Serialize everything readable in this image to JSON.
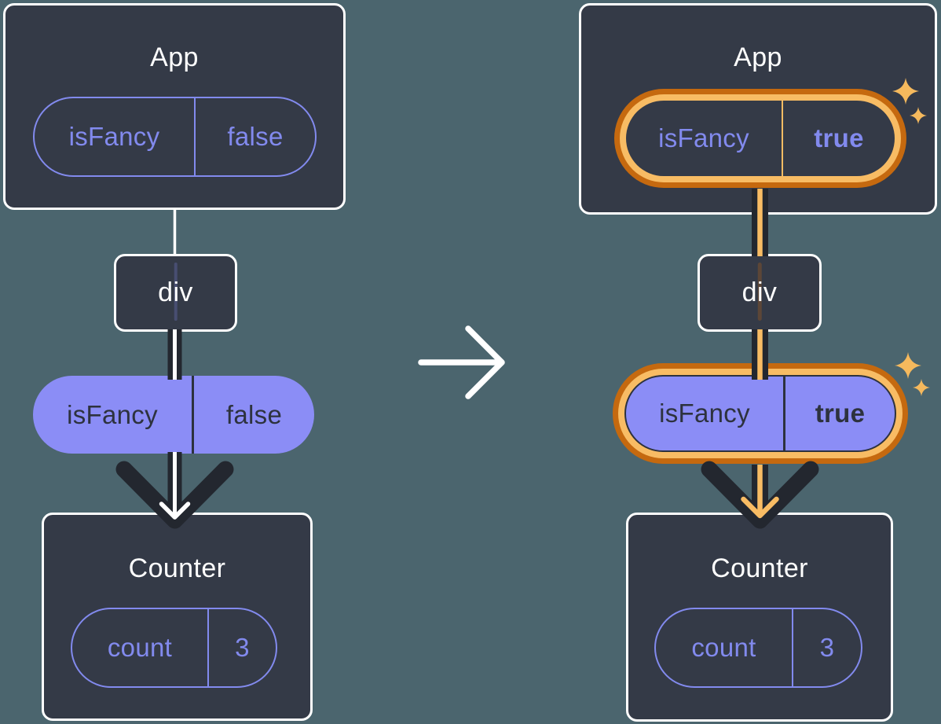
{
  "colors": {
    "background": "#4B656E",
    "node_fill": "#343A47",
    "node_border": "#FFFFFF",
    "purple": "#828AEE",
    "purple_fill": "#8B8DF6",
    "dark_text": "#2D323E",
    "dark_line": "#23272F",
    "orange_light": "#F8BC64",
    "orange_dark": "#C5690F",
    "sparkle": "#F5B95D",
    "white_line": "#FFFFFF"
  },
  "before": {
    "app": {
      "title": "App",
      "prop_name": "isFancy",
      "prop_value": "false"
    },
    "middle": {
      "title": "div"
    },
    "passed_prop": {
      "name": "isFancy",
      "value": "false"
    },
    "counter": {
      "title": "Counter",
      "state_name": "count",
      "state_value": "3"
    }
  },
  "after": {
    "app": {
      "title": "App",
      "prop_name": "isFancy",
      "prop_value": "true"
    },
    "middle": {
      "title": "div"
    },
    "passed_prop": {
      "name": "isFancy",
      "value": "true"
    },
    "counter": {
      "title": "Counter",
      "state_name": "count",
      "state_value": "3"
    }
  },
  "icons": {
    "transition": "arrow-right-icon",
    "highlight": "sparkle-icon"
  }
}
